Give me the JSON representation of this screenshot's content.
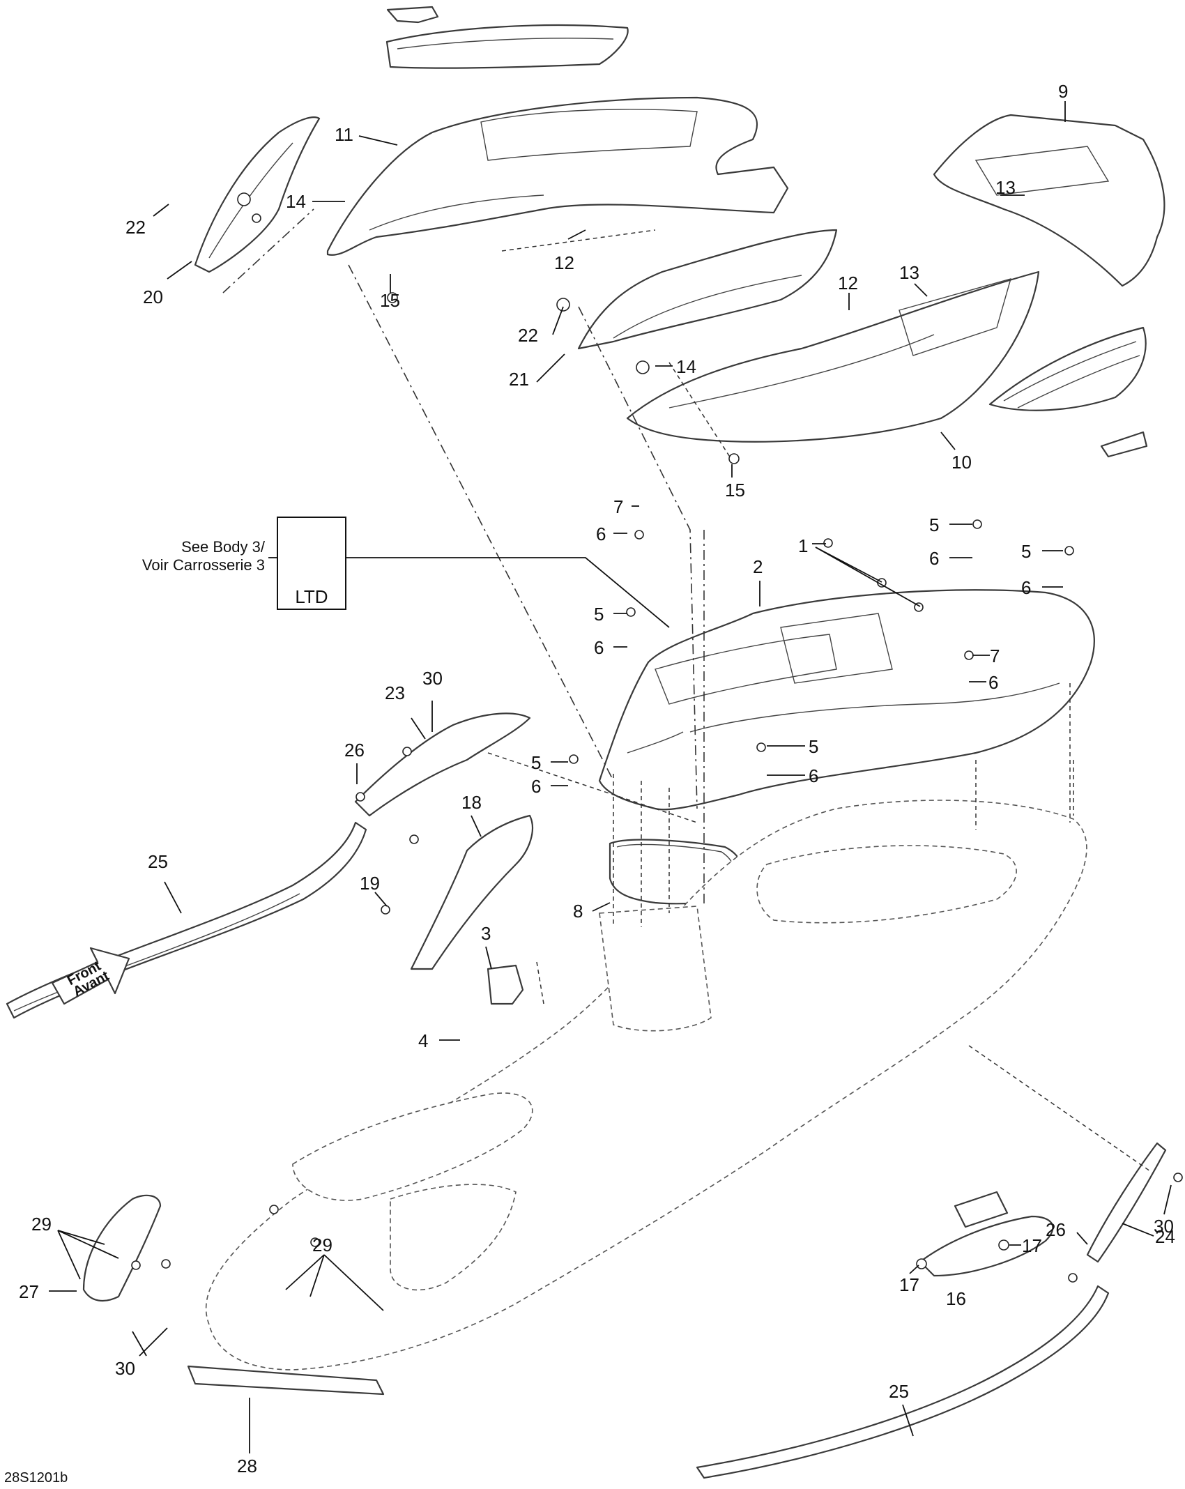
{
  "diagram_code": "28S1201b",
  "reference_box": {
    "line1": "See Body 3/",
    "line2": "Voir Carrosserie 3",
    "badge": "LTD"
  },
  "direction_arrow": {
    "line1": "Front",
    "line2": "Avant"
  },
  "callouts": [
    "1",
    "2",
    "3",
    "4",
    "5",
    "5",
    "5",
    "5",
    "5",
    "6",
    "6",
    "6",
    "6",
    "6",
    "6",
    "6",
    "7",
    "7",
    "8",
    "9",
    "10",
    "11",
    "12",
    "12",
    "13",
    "13",
    "14",
    "14",
    "15",
    "15",
    "16",
    "17",
    "17",
    "18",
    "19",
    "20",
    "21",
    "22",
    "22",
    "23",
    "24",
    "25",
    "25",
    "26",
    "26",
    "27",
    "28",
    "29",
    "29",
    "30",
    "30",
    "30"
  ]
}
